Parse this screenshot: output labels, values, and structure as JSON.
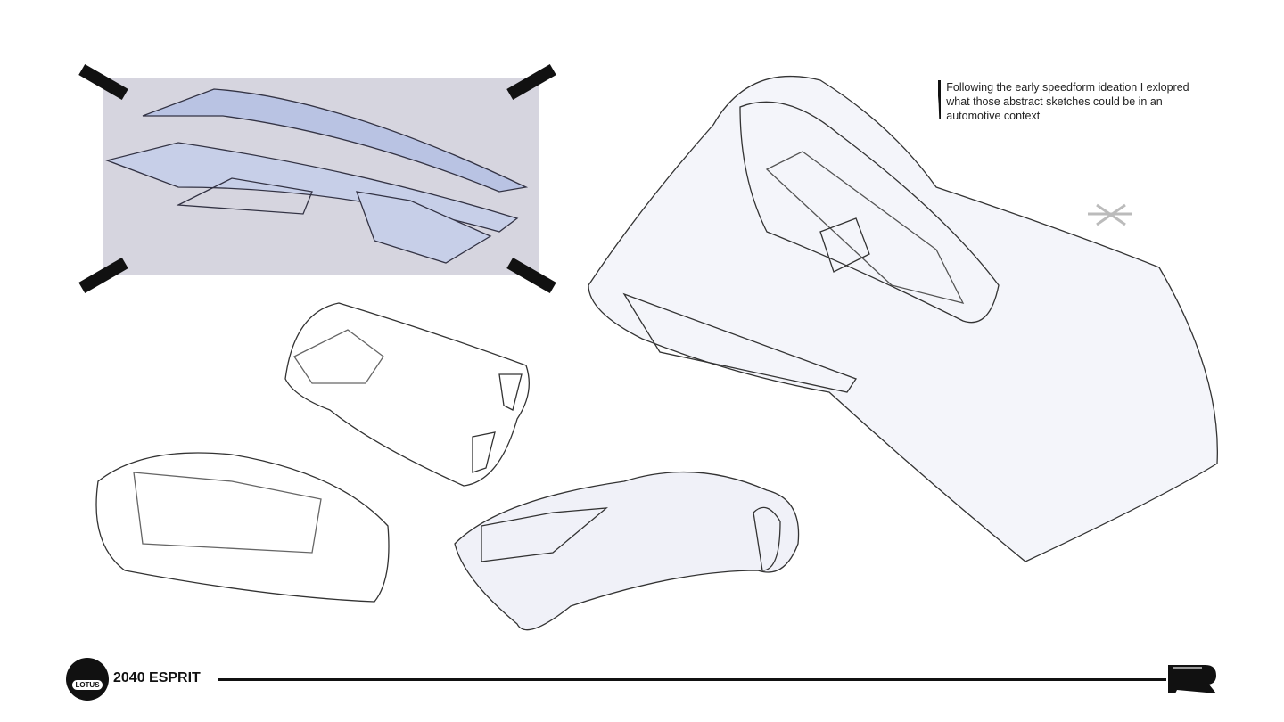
{
  "caption": "Following the early speedform ideation I exlopred what those abstract sketches could be in an automotive context",
  "footer": {
    "logo_text": "LOTUS",
    "title": "2040 ESPRIT"
  },
  "colors": {
    "ink": "#111111",
    "photo_bg": "#d6d5df",
    "accent_blue": "#b9c3e3"
  }
}
